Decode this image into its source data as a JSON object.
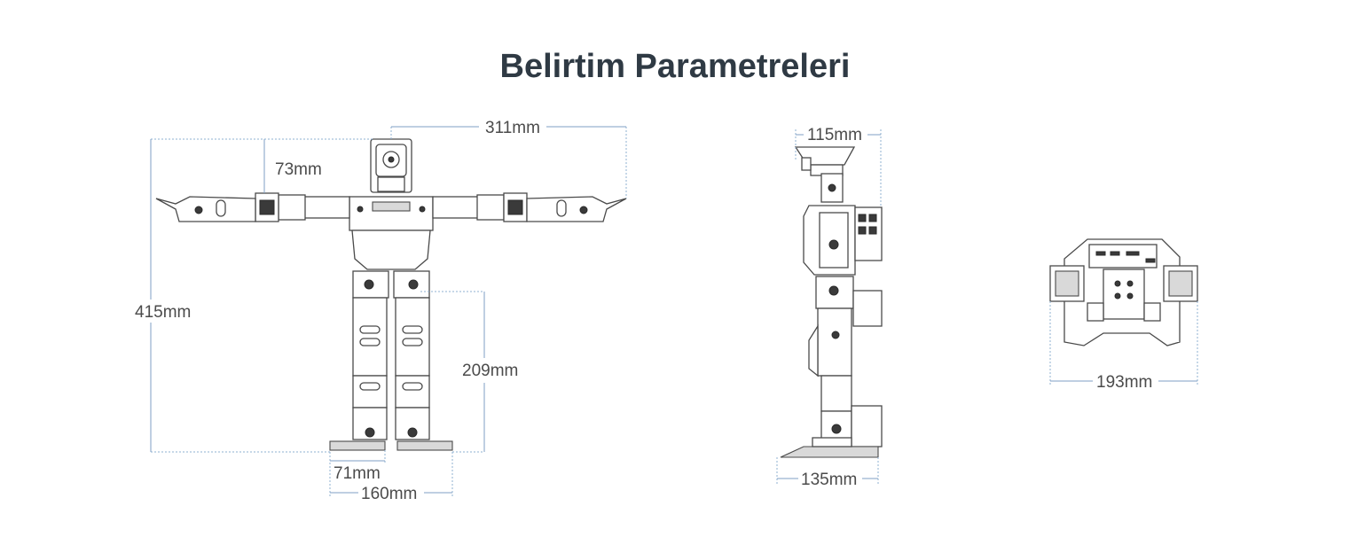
{
  "title": "Belirtim Parametreleri",
  "front_view": {
    "dims": {
      "arm_span": "311mm",
      "shoulder_offset": "73mm",
      "height": "415mm",
      "leg_height": "209mm",
      "foot_width": "71mm",
      "stance_width": "160mm"
    }
  },
  "side_view": {
    "dims": {
      "head_depth": "115mm",
      "foot_length": "135mm"
    }
  },
  "top_view": {
    "dims": {
      "width": "193mm"
    }
  },
  "colors": {
    "dimension_line": "#7f9fc4",
    "title": "#2f3a44",
    "outline": "#4a4a4a"
  }
}
